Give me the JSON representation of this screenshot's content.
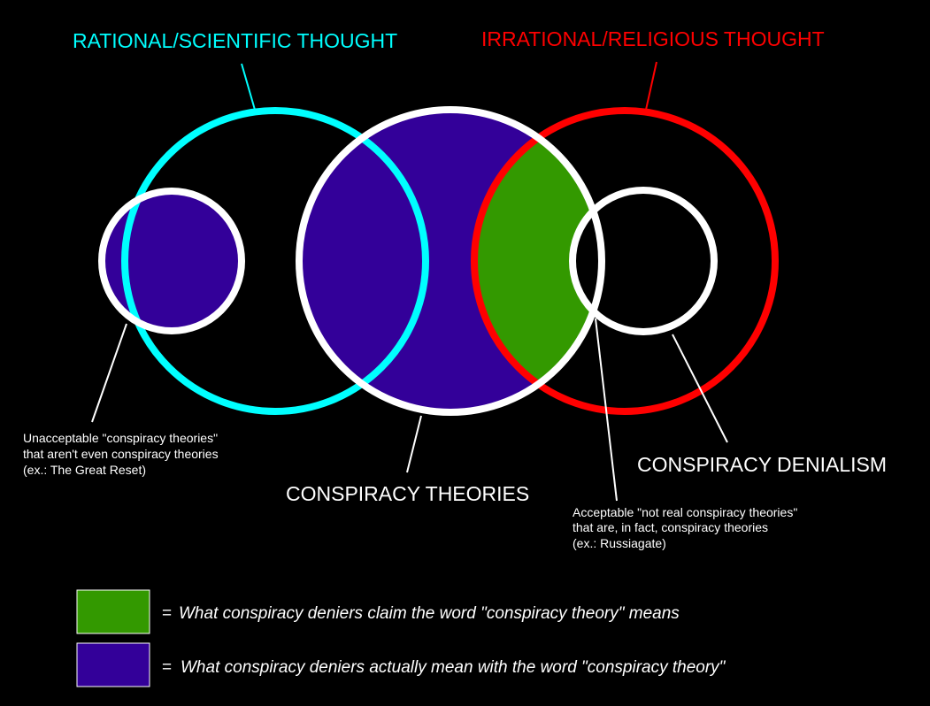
{
  "colors": {
    "background": "#000000",
    "rational": "#00ffff",
    "irrational": "#ff0000",
    "outline": "#ffffff",
    "claimed_fill": "#339900",
    "actual_fill": "#330099",
    "text": "#ffffff"
  },
  "labels": {
    "rational": "RATIONAL/SCIENTIFIC THOUGHT",
    "irrational": "IRRATIONAL/RELIGIOUS THOUGHT",
    "conspiracy_theories": "CONSPIRACY THEORIES",
    "conspiracy_denialism": "CONSPIRACY DENIALISM"
  },
  "annotations": {
    "unacceptable": [
      "Unacceptable \"conspiracy theories\"",
      "that aren't even conspiracy theories",
      "(ex.: The Great Reset)"
    ],
    "acceptable": [
      "Acceptable \"not real conspiracy theories\"",
      "that are, in fact, conspiracy theories",
      "(ex.: Russiagate)"
    ]
  },
  "legend": {
    "equals": "=",
    "claimed": "What conspiracy deniers claim the word \"conspiracy theory\" means",
    "actual": "What conspiracy deniers actually mean with the word \"conspiracy theory\""
  }
}
